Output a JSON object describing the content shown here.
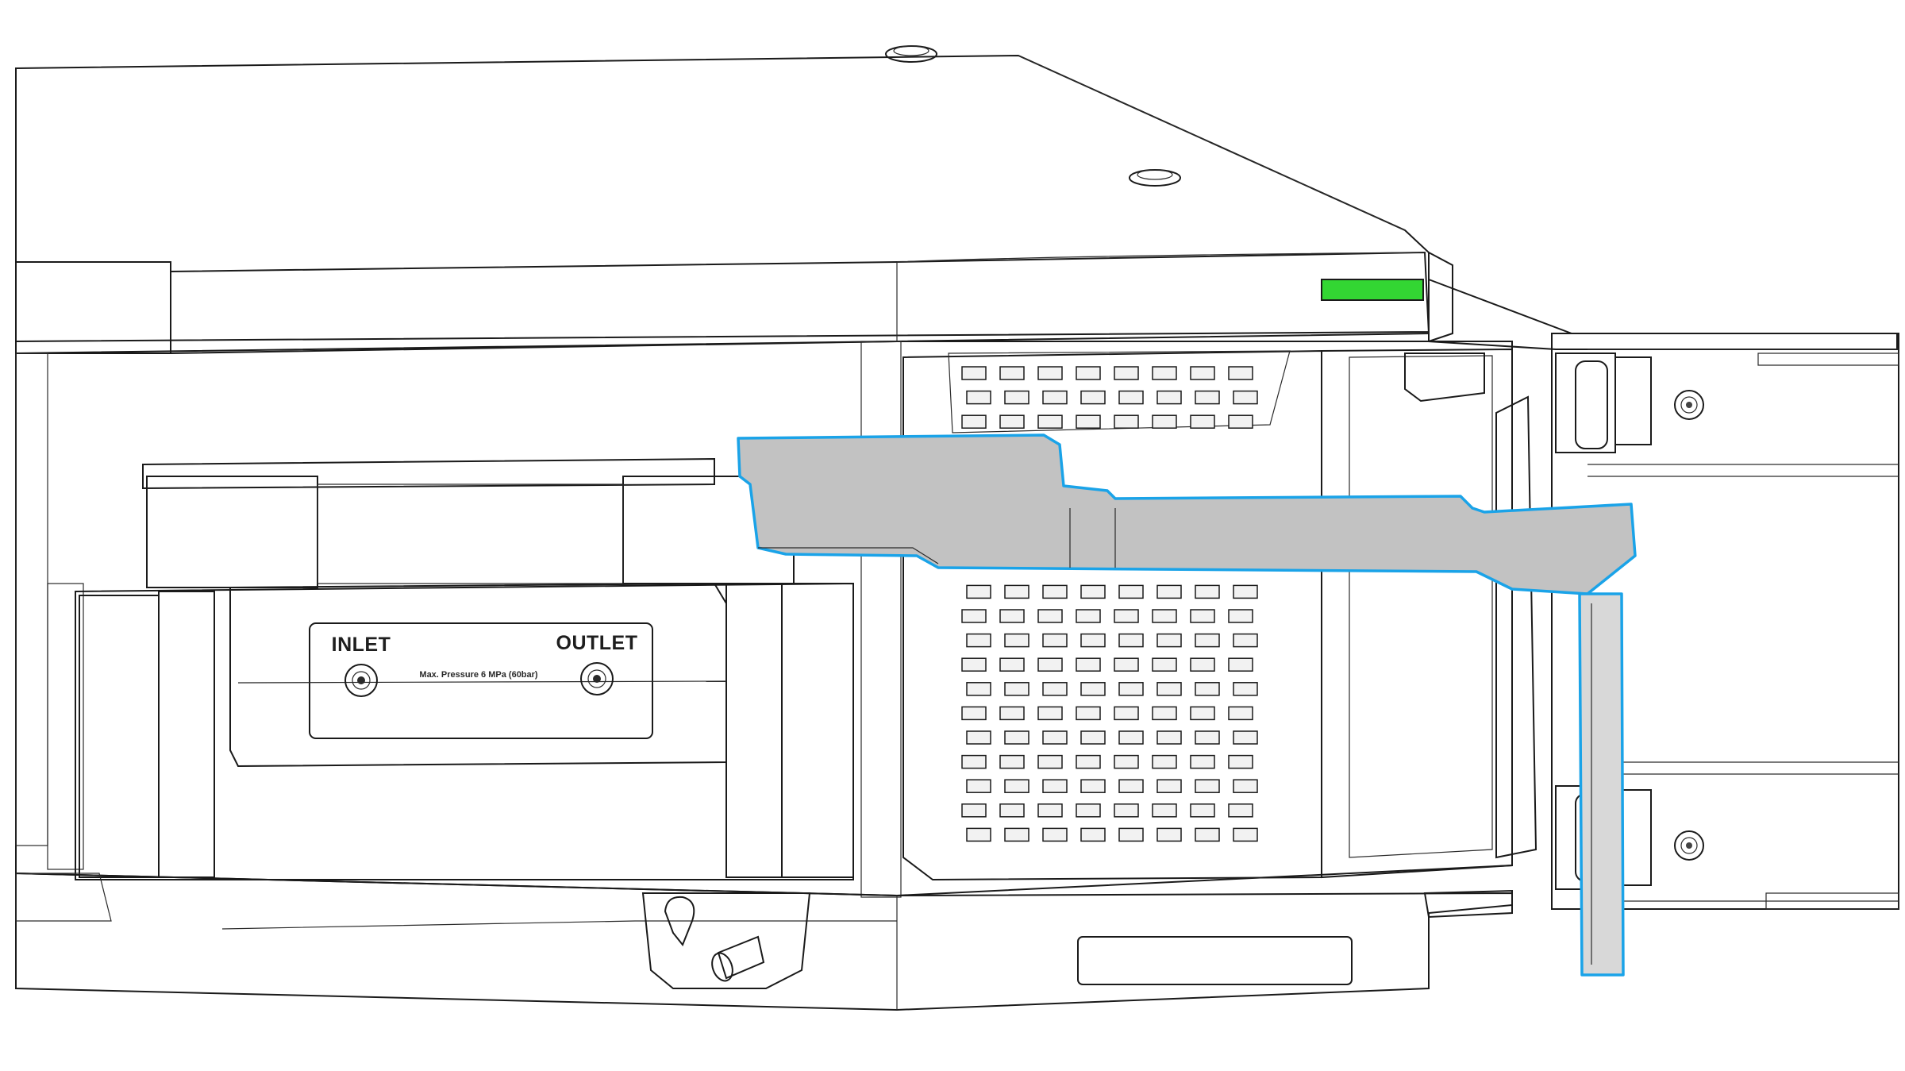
{
  "module": {
    "inlet_label": "INLET",
    "outlet_label": "OUTLET",
    "pressure_label": "Max. Pressure 6 MPa (60bar)"
  },
  "highlight": {
    "color": "#1aa3e8"
  },
  "status_led": {
    "color": "#33d633"
  }
}
